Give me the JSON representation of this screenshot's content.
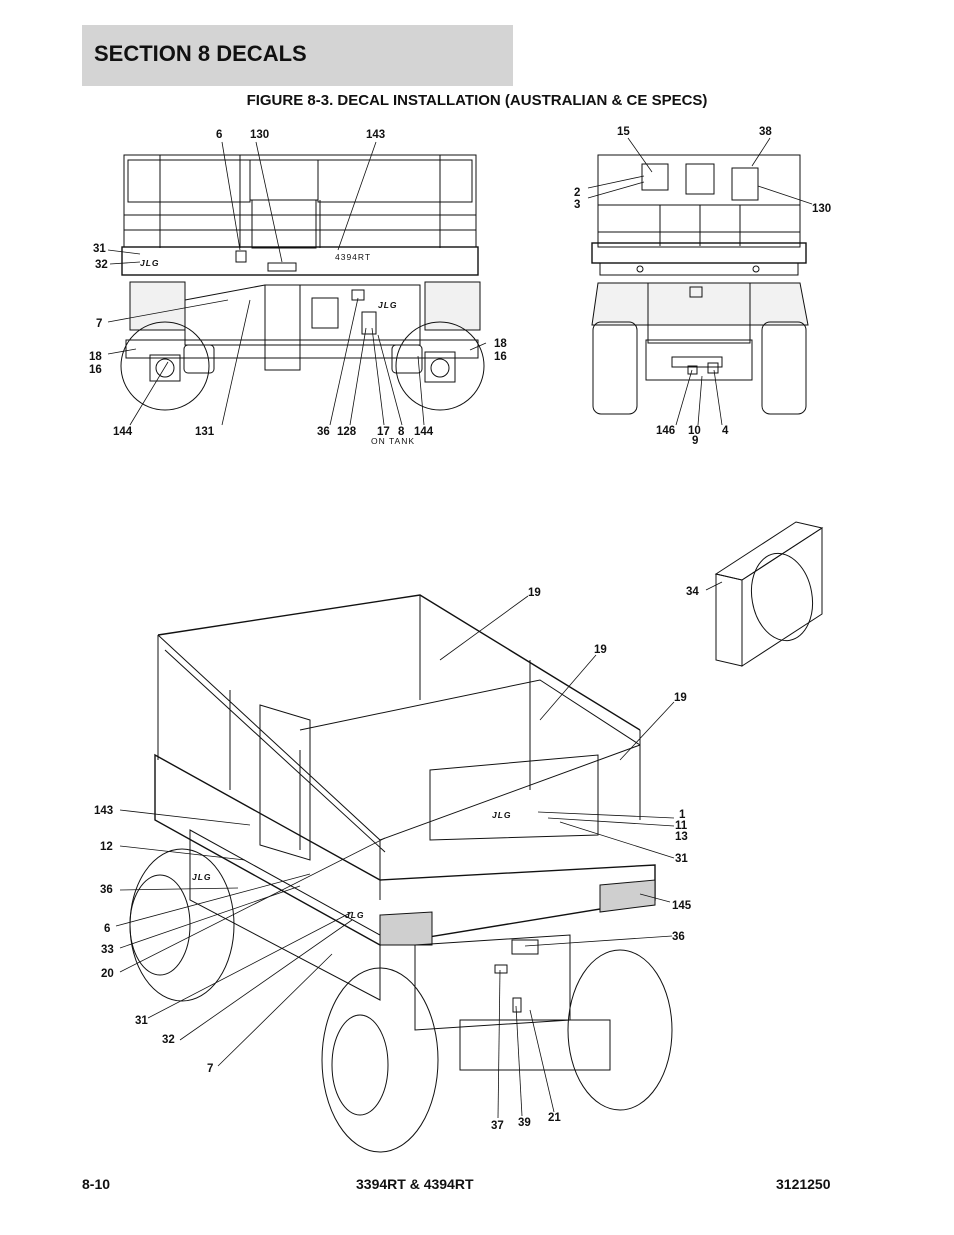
{
  "section": {
    "title": "SECTION 8   DECALS"
  },
  "figure": {
    "title": "FIGURE 8-3. DECAL INSTALLATION (AUSTRALIAN & CE SPECS)"
  },
  "footer": {
    "page": "8-10",
    "model": "3394RT & 4394RT",
    "doc_number": "3121250"
  },
  "side_view": {
    "callouts": [
      "6",
      "130",
      "143",
      "31",
      "32",
      "7",
      "18",
      "16",
      "18",
      "16",
      "144",
      "131",
      "36",
      "128",
      "17",
      "8",
      "144"
    ],
    "on_tank_note": "ON TANK",
    "model_decal": "4394RT"
  },
  "rear_view": {
    "callouts": [
      "15",
      "38",
      "2",
      "3",
      "130",
      "146",
      "10",
      "9",
      "4"
    ]
  },
  "iso_view": {
    "callouts": [
      "19",
      "19",
      "19",
      "34",
      "143",
      "12",
      "36",
      "6",
      "33",
      "20",
      "1",
      "11",
      "13",
      "31",
      "145",
      "36",
      "31",
      "32",
      "7",
      "37",
      "39",
      "21"
    ]
  },
  "colors": {
    "band": "#d4d4d4",
    "line": "#111111"
  }
}
